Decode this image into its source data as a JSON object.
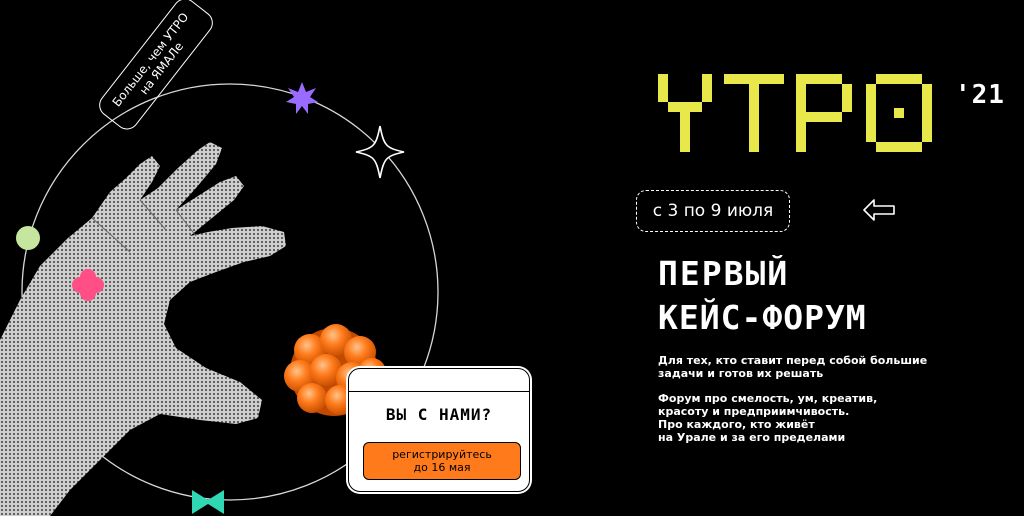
{
  "tag": {
    "line1": "Больше, чем УТРО",
    "line2": "на ЯМАЛе"
  },
  "logo": {
    "text": "УТРО",
    "year": "'21",
    "color": "#e8e84a"
  },
  "date": {
    "label": "с 3 по 9 июля"
  },
  "headline": {
    "line1": "ПЕРВЫЙ",
    "line2": "КЕЙС-ФОРУМ"
  },
  "description": {
    "p1": "Для тех, кто ставит перед собой большие задачи и готов их решать",
    "p2_lines": [
      "Форум про смелость, ум, креатив,",
      "красоту и предприимчивость.",
      "Про каждого, кто живёт",
      "на Урале и за его пределами"
    ]
  },
  "card": {
    "title": "ВЫ С НАМИ?",
    "button_line1": "регистрируйтесь",
    "button_line2": "до 16 мая"
  },
  "colors": {
    "accent_orange": "#ff7a1a",
    "violet": "#9a6bff",
    "pink": "#ff4f86",
    "lime": "#c6e6a0",
    "teal": "#2fd7b2"
  },
  "icons": [
    "arrow-left-icon",
    "sparkle-icon",
    "flower-icon",
    "diamond-icon",
    "bow-icon"
  ]
}
